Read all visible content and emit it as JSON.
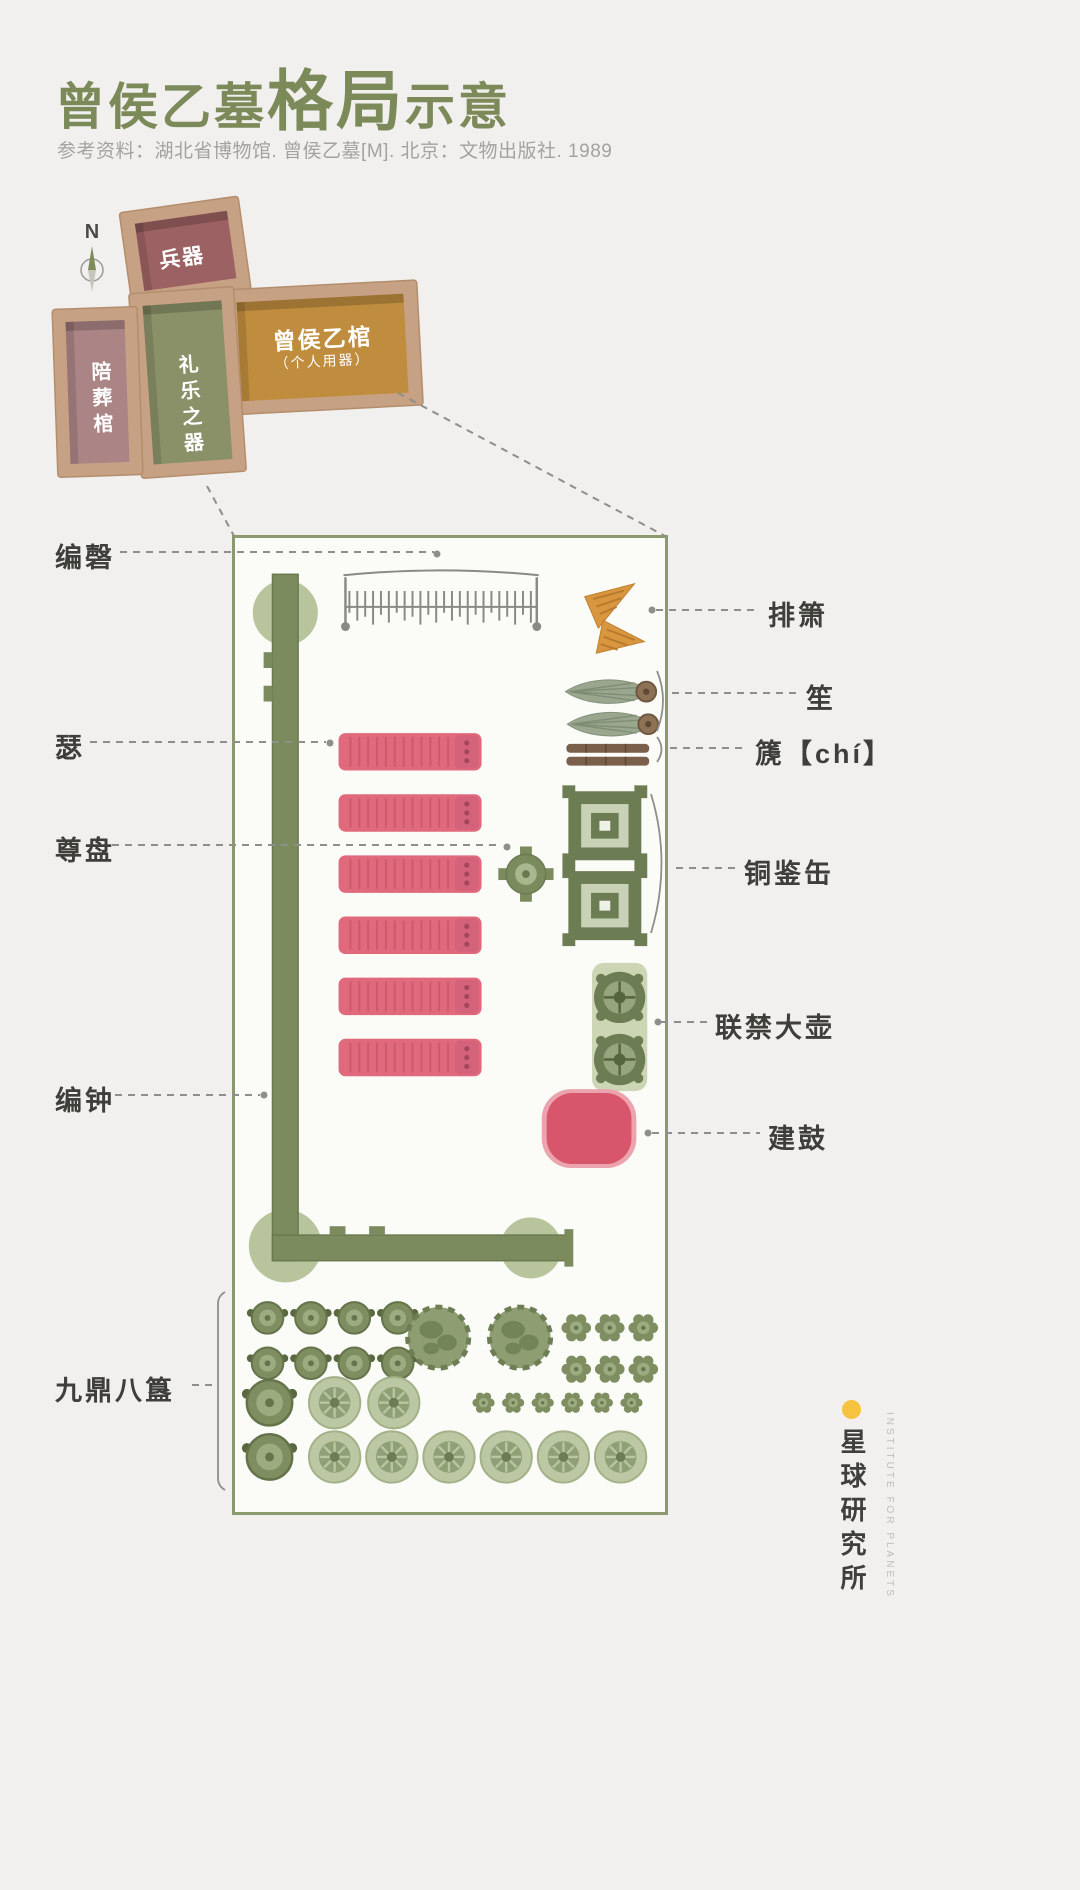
{
  "header": {
    "title_part1": "曾侯乙墓",
    "title_part2": "格局",
    "title_part3": "示意",
    "reference": "参考资料：湖北省博物馆. 曾侯乙墓[M]. 北京：文物出版社. 1989"
  },
  "tomb": {
    "compass": "N",
    "chambers": {
      "weapons": "兵器",
      "coffin": "曾侯乙棺",
      "coffin_sub": "（个人用器）",
      "music": "礼乐之器",
      "burial": "陪葬棺"
    }
  },
  "plan": {
    "left_labels": {
      "bianqing": "编磬",
      "se": "瑟",
      "zunpan": "尊盘",
      "bianzhong": "编钟",
      "jiudingbagui": "九鼎八簋"
    },
    "right_labels": {
      "paixiao": "排箫",
      "sheng": "笙",
      "chi": "篪【chí】",
      "tongjianfou": "铜鉴缶",
      "lianjindahu": "联禁大壶",
      "jiangu": "建鼓"
    }
  },
  "logo": {
    "cn": "星球研究所",
    "en": "INSTITUTE FOR PLANETS"
  },
  "colors": {
    "accent_olive": "#7c8a59",
    "plan_border": "#8a996e",
    "item_dark_green": "#7b8b5e",
    "item_light_green": "#b7c49c",
    "gui_pale_green": "#bcc8a3",
    "se_pink": "#e0697b",
    "drum_red": "#d8566b",
    "paixiao_orange": "#d8963f",
    "chi_brown": "#7a5f4b",
    "wall_tan": "#c7a183",
    "floor_weapons": "#9c6162",
    "floor_coffin": "#bf8d3d",
    "floor_music": "#8a9168",
    "floor_burial": "#ab8486",
    "leader_gray": "#8e8e8a",
    "logo_yellow": "#f7c33f"
  }
}
